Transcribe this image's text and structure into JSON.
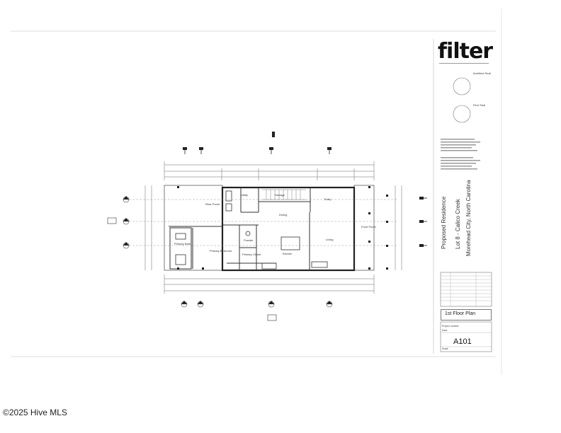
{
  "drawing": {
    "firm_logo": "filter",
    "architect_seal_label": "Architect Seal",
    "firm_seal_label": "Firm Seal",
    "project_title": "Proposed Residence",
    "project_lot": "Lot 8 - Calico Creek",
    "project_location": "Morehead City, North Carolina",
    "sheet_title": "1st Floor Plan",
    "project_number_label": "Project number",
    "date_label": "Date",
    "scale_label": "Scale",
    "sheet_number": "A101",
    "rooms": {
      "rear_porch": "Rear Porch",
      "utility": "Utility",
      "storage": "Storage",
      "entry": "Entry",
      "dining": "Dining",
      "primary_bedroom": "Primary Bedroom",
      "powder": "Powder",
      "primary_closet": "Primary Closet",
      "kitchen": "Kitchen",
      "living": "Living",
      "front_porch": "Front Porch",
      "primary_bath": "Primary Bath"
    }
  },
  "watermark": {
    "copyright": "©2025 Hive MLS"
  }
}
